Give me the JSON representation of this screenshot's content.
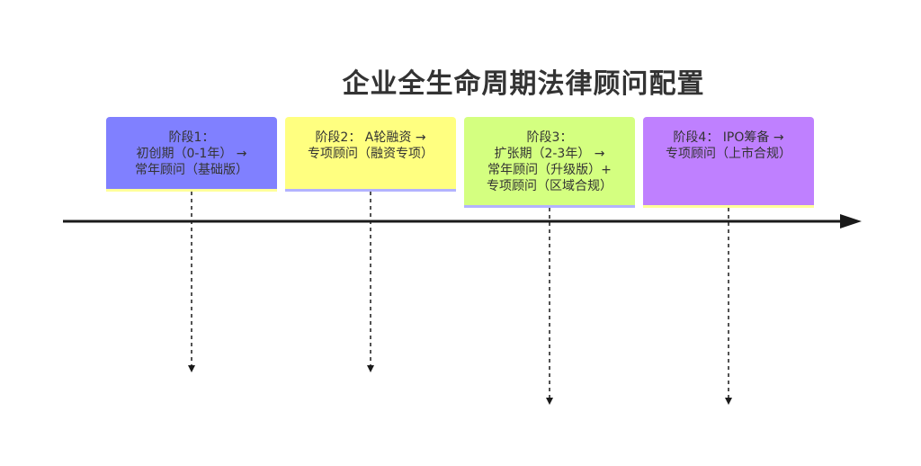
{
  "title": "企业全生命周期法律顾问配置",
  "colors": {
    "timeline": "#1a1a1a",
    "stage1_fill": "#8080ff",
    "stage1_border": "#ffff99",
    "stage2_fill": "#ffff80",
    "stage2_border": "#b3b3ff",
    "stage3_fill": "#d4ff80",
    "stage3_border": "#b3b3ff",
    "stage4_fill": "#bf80ff",
    "stage4_border": "#ffff99"
  },
  "stages": [
    {
      "lines": [
        "阶段1：",
        "初创期（0-1年） →",
        "常年顾问（基础版）"
      ]
    },
    {
      "lines": [
        "阶段2： A轮融资 →",
        "专项顾问（融资专项）"
      ]
    },
    {
      "lines": [
        "阶段3：",
        "扩张期（2-3年） →",
        "常年顾问（升级版）+",
        "专项顾问（区域合规）"
      ]
    },
    {
      "lines": [
        "阶段4： IPO筹备 →",
        "专项顾问（上市合规）"
      ]
    }
  ]
}
